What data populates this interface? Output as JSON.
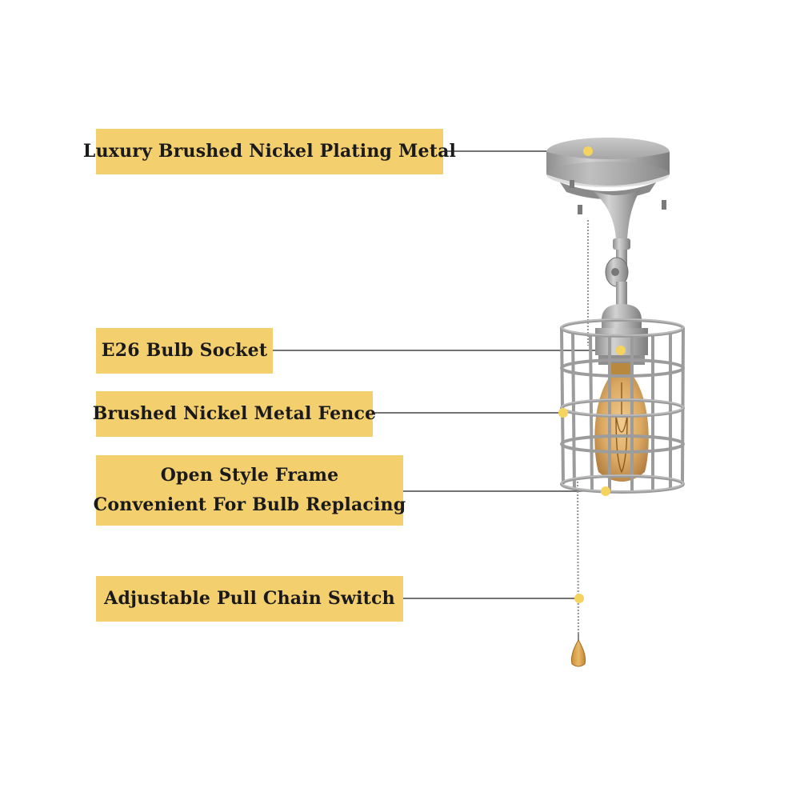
{
  "callouts": [
    {
      "lines": [
        "Luxury Brushed Nickel Plating Metal"
      ]
    },
    {
      "lines": [
        "E26 Bulb Socket"
      ]
    },
    {
      "lines": [
        "Brushed Nickel Metal Fence"
      ]
    },
    {
      "lines": [
        "Open Style Frame",
        "Convenient For Bulb Replacing"
      ]
    },
    {
      "lines": [
        "Adjustable Pull Chain Switch"
      ]
    }
  ],
  "colors": {
    "label_background": "#f4cf6e",
    "label_text": "#1a1a1a",
    "leader_line": "#222222",
    "marker_dot": "#f4d35e",
    "nickel": "#b8b8b8",
    "bulb_amber": "#d9a55a",
    "pull_knob": "#d8a24a"
  },
  "product": {
    "icons": [
      "ceiling-canopy-icon",
      "swivel-joint-icon",
      "bulb-socket-icon",
      "edison-bulb-icon",
      "wire-cage-icon",
      "pull-chain-icon",
      "pull-knob-icon"
    ]
  }
}
